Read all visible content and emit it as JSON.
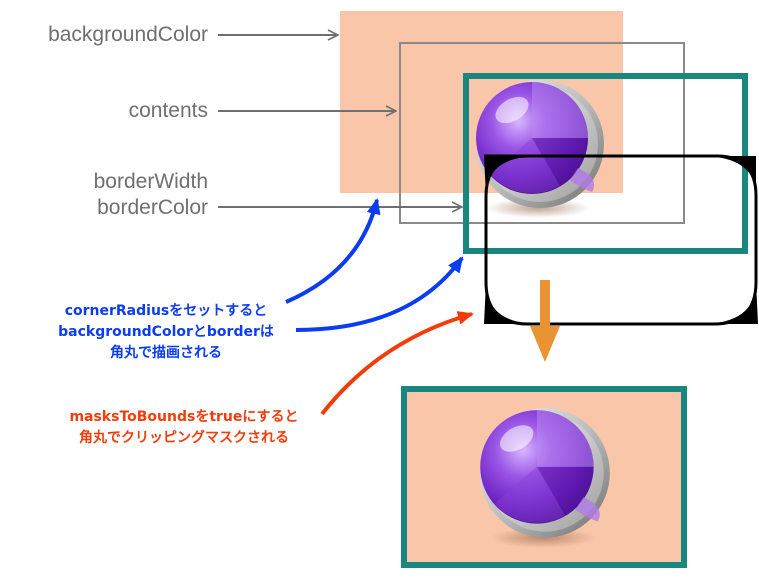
{
  "labels": {
    "background_color": "backgroundColor",
    "contents": "contents",
    "border_width": "borderWidth",
    "border_color": "borderColor"
  },
  "notes": {
    "corner_radius": [
      "cornerRadiusをセットすると",
      "backgroundColorとborderは",
      "角丸で描画される"
    ],
    "masks_to_bounds": [
      "masksToBoundsをtrueにすると",
      "角丸でクリッピングマスクされる"
    ]
  },
  "colors": {
    "background_layer": "#f9c6aa",
    "contents_frame": "#8a8a8a",
    "border": "#19867f",
    "rounded_outline": "#000000",
    "arrow_gray": "#6f6f6f",
    "note_blue": "#0a3cf2",
    "note_red": "#f23c0a",
    "down_arrow": "#ea9333",
    "sphere_purple": "#7a2fc9"
  },
  "icons": {
    "sphere": "purple-glass-sphere-icon",
    "down_arrow": "down-arrow-icon"
  }
}
